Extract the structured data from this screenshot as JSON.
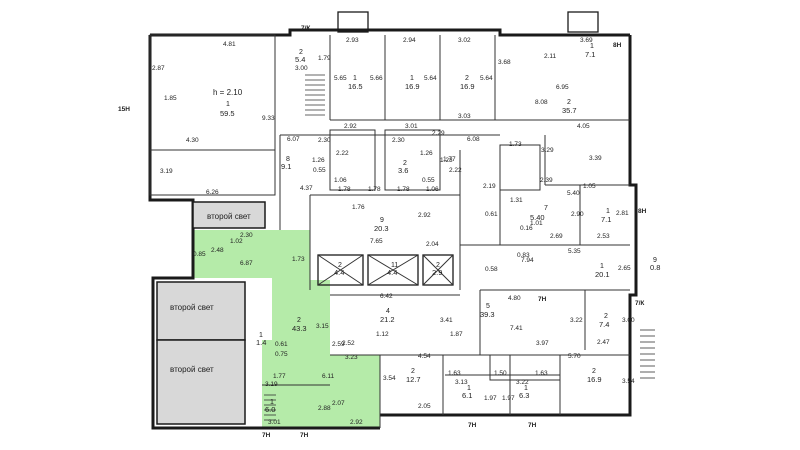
{
  "labels": {
    "light1": "второй свет",
    "light2": "второй свет",
    "light3": "второй свет",
    "height": "h = 2.10"
  },
  "wall_marks": [
    "7/К",
    "8Н",
    "15Н",
    "8Н",
    "7/К",
    "7Н",
    "7Н",
    "7Н",
    "7Н",
    "7Н"
  ],
  "rooms": [
    {
      "no": "1",
      "area": "59.5"
    },
    {
      "no": "1",
      "area": "16.5"
    },
    {
      "no": "1",
      "area": "16.9"
    },
    {
      "no": "2",
      "area": "16.9"
    },
    {
      "no": "2",
      "area": "35.7"
    },
    {
      "no": "1",
      "area": "7.1"
    },
    {
      "no": "2",
      "area": "5.4"
    },
    {
      "no": "9",
      "area": "20.3"
    },
    {
      "no": "2",
      "area": "43.3"
    },
    {
      "no": "1",
      "area": "1.4"
    },
    {
      "no": "1",
      "area": "6.0"
    },
    {
      "no": "4",
      "area": "21.2"
    },
    {
      "no": "5",
      "area": "39.3"
    },
    {
      "no": "1",
      "area": "20.1"
    },
    {
      "no": "1",
      "area": "7.1"
    },
    {
      "no": "2",
      "area": "7.4"
    },
    {
      "no": "2",
      "area": "12.7"
    },
    {
      "no": "1",
      "area": "6.1"
    },
    {
      "no": "1",
      "area": "6.3"
    },
    {
      "no": "2",
      "area": "16.9"
    },
    {
      "no": "9",
      "area": "0.8"
    },
    {
      "no": "2",
      "area": "4.4"
    },
    {
      "no": "11",
      "area": "4.4"
    },
    {
      "no": "2",
      "area": "2.9"
    },
    {
      "no": "7",
      "area": "5.40"
    },
    {
      "no": "2",
      "area": "3.6"
    },
    {
      "no": "8",
      "area": "9.1"
    }
  ],
  "dims": [
    "4.81",
    "2.87",
    "1.85",
    "4.30",
    "6.26",
    "3.19",
    "2.93",
    "2.94",
    "3.02",
    "2.11",
    "3.69",
    "6.95",
    "8.08",
    "4.05",
    "3.39",
    "2.81",
    "1.05",
    "1.73",
    "2.92",
    "3.01",
    "2.29",
    "3.03",
    "6.07",
    "6.08",
    "5.65",
    "5.66",
    "5.64",
    "5.64",
    "3.68",
    "2.30",
    "2.30",
    "1.76",
    "2.92",
    "7.65",
    "2.04",
    "6.42",
    "6.87",
    "2.30",
    "1.02",
    "2.48",
    "0.85",
    "1.73",
    "2.19",
    "3.15",
    "3.23",
    "4.54",
    "3.54",
    "2.52",
    "1.12",
    "3.41",
    "1.87",
    "7.41",
    "3.97",
    "5.70",
    "3.54",
    "5.35",
    "7.94",
    "2.65",
    "4.80",
    "3.22",
    "3.00",
    "2.47",
    "2.90",
    "2.53",
    "2.69",
    "0.61",
    "0.58",
    "0.83",
    "3.19",
    "2.88",
    "3.01",
    "2.92",
    "2.05",
    "3.13",
    "1.50",
    "3.22",
    "1.63",
    "1.63",
    "1.97",
    "1.97",
    "0.61",
    "0.75",
    "1.77",
    "2.07",
    "6.11",
    "2.59",
    "9.33",
    "3.00",
    "1.79",
    "1.78",
    "1.78",
    "1.78",
    "1.06",
    "1.06",
    "0.55",
    "0.55",
    "2.22",
    "2.22",
    "1.26",
    "1.26",
    "1.23",
    "1.77",
    "1.31",
    "2.39",
    "3.29",
    "5.40",
    "1.01",
    "0.16",
    "4.37"
  ],
  "colors": {
    "highlight": "#a8e89a",
    "wall": "#1a1a1a",
    "grey": "#d8d8d8"
  }
}
